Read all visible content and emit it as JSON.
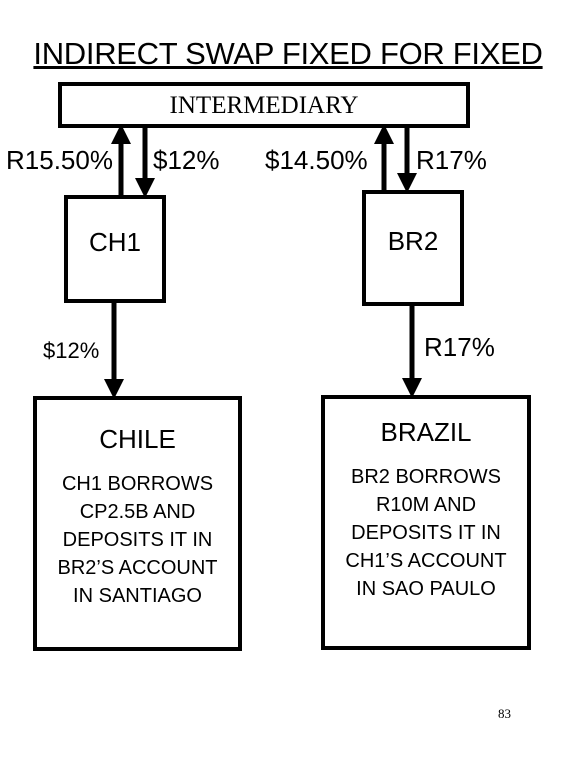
{
  "title": "INDIRECT  SWAP FIXED FOR FIXED",
  "intermediary": {
    "label": "INTERMEDIARY"
  },
  "rates": {
    "ch1_to_intermediary": "R15.50%",
    "intermediary_to_ch1": "$12%",
    "br2_to_intermediary": "$14.50%",
    "intermediary_to_br2": "R17%",
    "ch1_to_chile": "$12%",
    "br2_to_brazil": "R17%"
  },
  "ch1": {
    "label": "CH1"
  },
  "br2": {
    "label": "BR2"
  },
  "chile": {
    "title": "CHILE",
    "body": "CH1 BORROWS\nCP2.5B AND\nDEPOSITS IT IN\nBR2’S ACCOUNT\nIN SANTIAGO"
  },
  "brazil": {
    "title": "BRAZIL",
    "body": "BR2 BORROWS\nR10M AND\nDEPOSITS IT IN\nCH1’S ACCOUNT\nIN   SAO PAULO"
  },
  "page_number": "83"
}
